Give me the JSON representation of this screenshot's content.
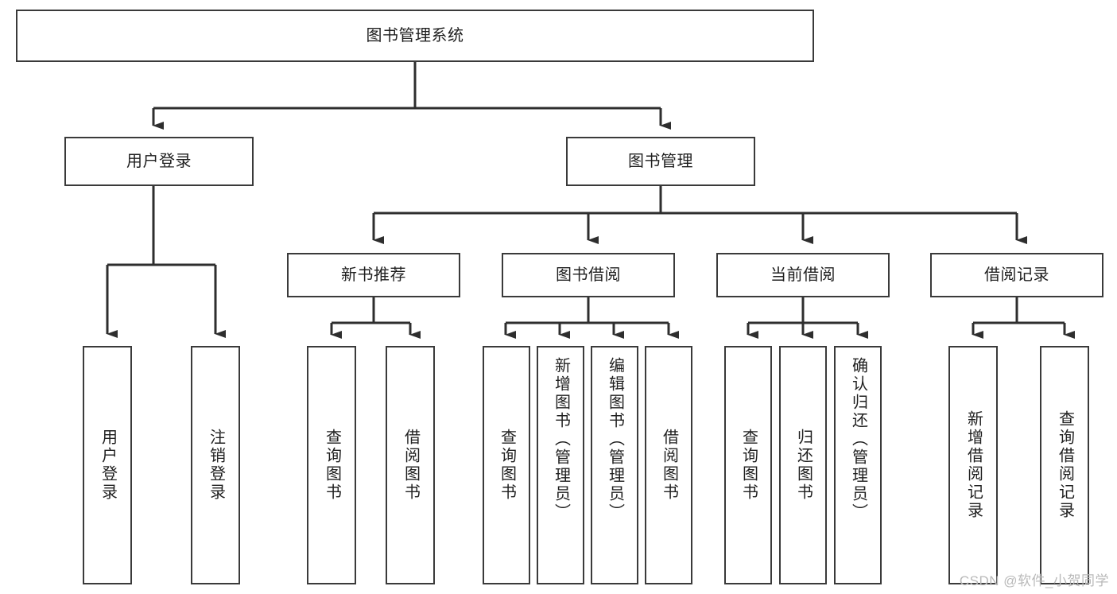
{
  "diagram": {
    "title": "图书管理系统",
    "type": "tree",
    "watermark": "CSDN @软件_小贺同学",
    "colors": {
      "box_border": "#3a3a3a",
      "box_fill": "#ffffff",
      "connector": "#2e2e2e",
      "text": "#1f1f1f",
      "watermark": "#b9b9b9",
      "background": "#ffffff"
    },
    "levels": {
      "root": {
        "label": "图书管理系统",
        "orientation": "horizontal"
      },
      "level2": [
        {
          "label": "用户登录",
          "orientation": "horizontal"
        },
        {
          "label": "图书管理",
          "orientation": "horizontal"
        }
      ],
      "level3": [
        {
          "label": "新书推荐",
          "orientation": "horizontal"
        },
        {
          "label": "图书借阅",
          "orientation": "horizontal"
        },
        {
          "label": "当前借阅",
          "orientation": "horizontal"
        },
        {
          "label": "借阅记录",
          "orientation": "horizontal"
        }
      ],
      "leaves": {
        "user_login": [
          {
            "label": "用户登录",
            "orientation": "vertical"
          },
          {
            "label": "注销登录",
            "orientation": "vertical"
          }
        ],
        "new_book_recommend": [
          {
            "label": "查询图书",
            "orientation": "vertical"
          },
          {
            "label": "借阅图书",
            "orientation": "vertical"
          }
        ],
        "book_borrow": [
          {
            "label": "查询图书",
            "orientation": "vertical"
          },
          {
            "label": "新增图书（管理员）",
            "orientation": "vertical"
          },
          {
            "label": "编辑图书（管理员）",
            "orientation": "vertical"
          },
          {
            "label": "借阅图书",
            "orientation": "vertical"
          }
        ],
        "current_borrow": [
          {
            "label": "查询图书",
            "orientation": "vertical"
          },
          {
            "label": "归还图书",
            "orientation": "vertical"
          },
          {
            "label": "确认归还（管理员）",
            "orientation": "vertical"
          }
        ],
        "borrow_record": [
          {
            "label": "新增借阅记录",
            "orientation": "vertical"
          },
          {
            "label": "查询借阅记录",
            "orientation": "vertical"
          }
        ]
      }
    },
    "edges": [
      {
        "from": "图书管理系统",
        "to": "用户登录"
      },
      {
        "from": "图书管理系统",
        "to": "图书管理"
      },
      {
        "from": "用户登录",
        "to": "用户登录(叶)"
      },
      {
        "from": "用户登录",
        "to": "注销登录"
      },
      {
        "from": "图书管理",
        "to": "新书推荐"
      },
      {
        "from": "图书管理",
        "to": "图书借阅"
      },
      {
        "from": "图书管理",
        "to": "当前借阅"
      },
      {
        "from": "图书管理",
        "to": "借阅记录"
      },
      {
        "from": "新书推荐",
        "to": "查询图书"
      },
      {
        "from": "新书推荐",
        "to": "借阅图书"
      },
      {
        "from": "图书借阅",
        "to": "查询图书"
      },
      {
        "from": "图书借阅",
        "to": "新增图书（管理员）"
      },
      {
        "from": "图书借阅",
        "to": "编辑图书（管理员）"
      },
      {
        "from": "图书借阅",
        "to": "借阅图书"
      },
      {
        "from": "当前借阅",
        "to": "查询图书"
      },
      {
        "from": "当前借阅",
        "to": "归还图书"
      },
      {
        "from": "当前借阅",
        "to": "确认归还（管理员）"
      },
      {
        "from": "借阅记录",
        "to": "新增借阅记录"
      },
      {
        "from": "借阅记录",
        "to": "查询借阅记录"
      }
    ]
  }
}
